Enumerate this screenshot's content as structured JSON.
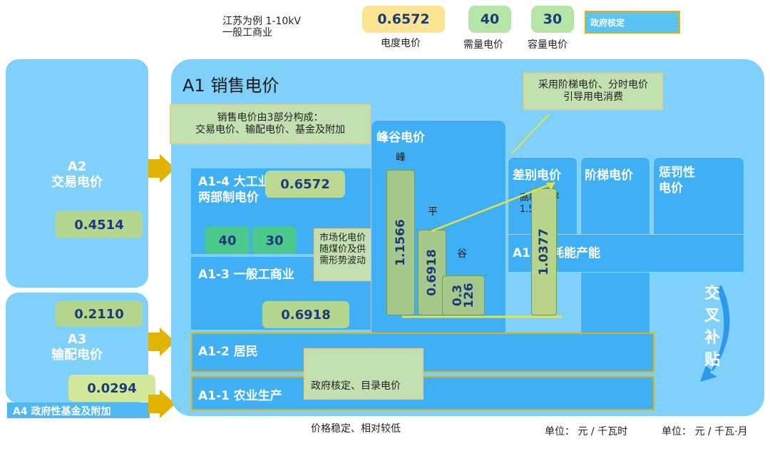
{
  "top": {
    "note": "江苏为例  1-10kV\n一般工商业",
    "energy_price": "0.6572",
    "energy_label": "电度电价",
    "demand_price": "40",
    "demand_label": "需量电价",
    "capacity_price": "30",
    "capacity_label": "容量电价",
    "gov_legend": "政府核定"
  },
  "left": {
    "a2_label": "A2\n交易电价",
    "a2_value": "0.4514",
    "a3_value": "0.2110",
    "a3_label": "A3\n输配电价",
    "a4_value": "0.0294",
    "a4_label": "A4 政府性基金及附加"
  },
  "main": {
    "title": "A1 销售电价",
    "callout_parts": "销售电价由3部分构成：\n交易电价、输配电价、基金及附加",
    "callout_tou": "采用阶梯电价、分时电价\n引导用电消费",
    "a14_label": "A1-4 大工业\n两部制电价",
    "a14_value": "0.6572",
    "a14_demand": "40",
    "a14_capacity": "30",
    "market_note": "市场化电价\n随煤价及供\n需形势波动",
    "a13_label": "A1-3  一般工商业",
    "a13_value": "0.6918",
    "a12_label": "A1-2 居民",
    "a11_label": "A1-1  农业生产",
    "gov_note": "政府核定、目录电价",
    "stable_note": "价格稳定、相对较低",
    "tou": {
      "title": "峰谷电价",
      "peak_label": "峰",
      "flat_label": "平",
      "valley_label": "谷",
      "peak_value": "1.1566",
      "flat_value": "0.6918",
      "valley_value": "0.3\n126"
    },
    "diff_title": "差别电价",
    "diff_note": "高耗能 平\n1.5倍",
    "diff_value": "1.0377",
    "high_energy_label": "A1-   高耗能产能",
    "tier_title": "阶梯电价",
    "penalty_title": "惩罚性\n电价",
    "cross_subsidy": "交\n叉\n补\n贴"
  },
  "units": {
    "unit1": "单位：  元 / 千瓦时",
    "unit2": "单位：  元 / 千瓦·月"
  },
  "colors": {
    "side_blue": "#7fd0fb",
    "inner_blue": "#3fb0f5",
    "arrow_gold": "#e2b300",
    "value_green": "#b5d68f",
    "legend_blue": "#5cc3f7"
  }
}
